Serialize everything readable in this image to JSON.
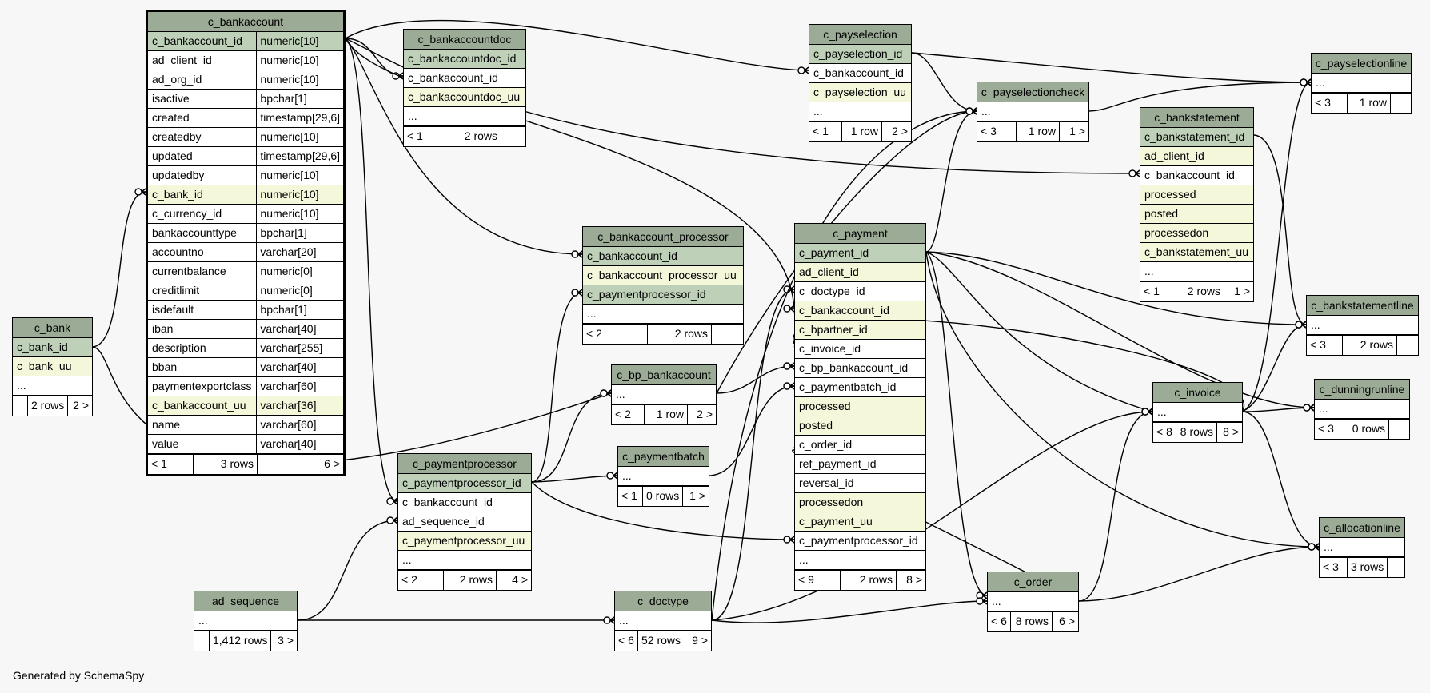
{
  "credit": "Generated by SchemaSpy",
  "tables": [
    {
      "id": "c_bankaccount",
      "name": "c_bankaccount",
      "focus": true,
      "columns": [
        {
          "name": "c_bankaccount_id",
          "type": "numeric[10]",
          "style": "pk"
        },
        {
          "name": "ad_client_id",
          "type": "numeric[10]"
        },
        {
          "name": "ad_org_id",
          "type": "numeric[10]"
        },
        {
          "name": "isactive",
          "type": "bpchar[1]"
        },
        {
          "name": "created",
          "type": "timestamp[29,6]"
        },
        {
          "name": "createdby",
          "type": "numeric[10]"
        },
        {
          "name": "updated",
          "type": "timestamp[29,6]"
        },
        {
          "name": "updatedby",
          "type": "numeric[10]"
        },
        {
          "name": "c_bank_id",
          "type": "numeric[10]",
          "style": "idx"
        },
        {
          "name": "c_currency_id",
          "type": "numeric[10]"
        },
        {
          "name": "bankaccounttype",
          "type": "bpchar[1]"
        },
        {
          "name": "accountno",
          "type": "varchar[20]"
        },
        {
          "name": "currentbalance",
          "type": "numeric[0]"
        },
        {
          "name": "creditlimit",
          "type": "numeric[0]"
        },
        {
          "name": "isdefault",
          "type": "bpchar[1]"
        },
        {
          "name": "iban",
          "type": "varchar[40]"
        },
        {
          "name": "description",
          "type": "varchar[255]"
        },
        {
          "name": "bban",
          "type": "varchar[40]"
        },
        {
          "name": "paymentexportclass",
          "type": "varchar[60]"
        },
        {
          "name": "c_bankaccount_uu",
          "type": "varchar[36]",
          "style": "idx"
        },
        {
          "name": "name",
          "type": "varchar[60]"
        },
        {
          "name": "value",
          "type": "varchar[40]"
        }
      ],
      "footer": [
        "< 1",
        "3 rows",
        "6 >"
      ]
    },
    {
      "id": "c_bank",
      "name": "c_bank",
      "columns": [
        {
          "name": "c_bank_id",
          "style": "pk"
        },
        {
          "name": "c_bank_uu",
          "style": "idx"
        },
        {
          "name": "..."
        }
      ],
      "footer": [
        "",
        "2 rows",
        "2 >"
      ]
    },
    {
      "id": "c_bankaccountdoc",
      "name": "c_bankaccountdoc",
      "columns": [
        {
          "name": "c_bankaccountdoc_id",
          "style": "pk"
        },
        {
          "name": "c_bankaccount_id"
        },
        {
          "name": "c_bankaccountdoc_uu",
          "style": "idx"
        },
        {
          "name": "..."
        }
      ],
      "footer": [
        "< 1",
        "2 rows",
        ""
      ]
    },
    {
      "id": "c_payselection",
      "name": "c_payselection",
      "columns": [
        {
          "name": "c_payselection_id",
          "style": "pk"
        },
        {
          "name": "c_bankaccount_id"
        },
        {
          "name": "c_payselection_uu",
          "style": "idx"
        },
        {
          "name": "..."
        }
      ],
      "footer": [
        "< 1",
        "1 row",
        "2 >"
      ]
    },
    {
      "id": "c_payselectioncheck",
      "name": "c_payselectioncheck",
      "columns": [
        {
          "name": "..."
        }
      ],
      "footer": [
        "< 3",
        "1 row",
        "1 >"
      ]
    },
    {
      "id": "c_payselectionline",
      "name": "c_payselectionline",
      "columns": [
        {
          "name": "..."
        }
      ],
      "footer": [
        "< 3",
        "1 row",
        ""
      ]
    },
    {
      "id": "c_bankstatement",
      "name": "c_bankstatement",
      "columns": [
        {
          "name": "c_bankstatement_id",
          "style": "pk"
        },
        {
          "name": "ad_client_id",
          "style": "idx"
        },
        {
          "name": "c_bankaccount_id"
        },
        {
          "name": "processed",
          "style": "idx"
        },
        {
          "name": "posted",
          "style": "idx"
        },
        {
          "name": "processedon",
          "style": "idx"
        },
        {
          "name": "c_bankstatement_uu",
          "style": "idx"
        },
        {
          "name": "..."
        }
      ],
      "footer": [
        "< 1",
        "2 rows",
        "1 >"
      ]
    },
    {
      "id": "c_bankaccount_processor",
      "name": "c_bankaccount_processor",
      "columns": [
        {
          "name": "c_bankaccount_id",
          "style": "pk"
        },
        {
          "name": "c_bankaccount_processor_uu",
          "style": "idx"
        },
        {
          "name": "c_paymentprocessor_id",
          "style": "pk"
        },
        {
          "name": "..."
        }
      ],
      "footer": [
        "< 2",
        "2 rows",
        ""
      ]
    },
    {
      "id": "c_payment",
      "name": "c_payment",
      "columns": [
        {
          "name": "c_payment_id",
          "style": "pk"
        },
        {
          "name": "ad_client_id",
          "style": "idx"
        },
        {
          "name": "c_doctype_id"
        },
        {
          "name": "c_bankaccount_id",
          "style": "idx"
        },
        {
          "name": "c_bpartner_id",
          "style": "idx"
        },
        {
          "name": "c_invoice_id"
        },
        {
          "name": "c_bp_bankaccount_id"
        },
        {
          "name": "c_paymentbatch_id"
        },
        {
          "name": "processed",
          "style": "idx"
        },
        {
          "name": "posted",
          "style": "idx"
        },
        {
          "name": "c_order_id"
        },
        {
          "name": "ref_payment_id"
        },
        {
          "name": "reversal_id"
        },
        {
          "name": "processedon",
          "style": "idx"
        },
        {
          "name": "c_payment_uu",
          "style": "idx"
        },
        {
          "name": "c_paymentprocessor_id"
        },
        {
          "name": "..."
        }
      ],
      "footer": [
        "< 9",
        "2 rows",
        "8 >"
      ]
    },
    {
      "id": "c_bankstatementline",
      "name": "c_bankstatementline",
      "columns": [
        {
          "name": "..."
        }
      ],
      "footer": [
        "< 3",
        "2 rows",
        ""
      ]
    },
    {
      "id": "c_bp_bankaccount",
      "name": "c_bp_bankaccount",
      "columns": [
        {
          "name": "..."
        }
      ],
      "footer": [
        "< 2",
        "1 row",
        "2 >"
      ]
    },
    {
      "id": "c_invoice",
      "name": "c_invoice",
      "columns": [
        {
          "name": "..."
        }
      ],
      "footer": [
        "< 8",
        "8 rows",
        "8 >"
      ]
    },
    {
      "id": "c_dunningrunline",
      "name": "c_dunningrunline",
      "columns": [
        {
          "name": "..."
        }
      ],
      "footer": [
        "< 3",
        "0 rows",
        ""
      ]
    },
    {
      "id": "c_paymentprocessor",
      "name": "c_paymentprocessor",
      "columns": [
        {
          "name": "c_paymentprocessor_id",
          "style": "pk"
        },
        {
          "name": "c_bankaccount_id"
        },
        {
          "name": "ad_sequence_id"
        },
        {
          "name": "c_paymentprocessor_uu",
          "style": "idx"
        },
        {
          "name": "..."
        }
      ],
      "footer": [
        "< 2",
        "2 rows",
        "4 >"
      ]
    },
    {
      "id": "c_paymentbatch",
      "name": "c_paymentbatch",
      "columns": [
        {
          "name": "..."
        }
      ],
      "footer": [
        "< 1",
        "0 rows",
        "1 >"
      ]
    },
    {
      "id": "c_allocationline",
      "name": "c_allocationline",
      "columns": [
        {
          "name": "..."
        }
      ],
      "footer": [
        "< 3",
        "3 rows",
        ""
      ]
    },
    {
      "id": "c_order",
      "name": "c_order",
      "columns": [
        {
          "name": "..."
        }
      ],
      "footer": [
        "< 6",
        "8 rows",
        "6 >"
      ]
    },
    {
      "id": "ad_sequence",
      "name": "ad_sequence",
      "columns": [
        {
          "name": "..."
        }
      ],
      "footer": [
        "",
        "1,412 rows",
        "3 >"
      ]
    },
    {
      "id": "c_doctype",
      "name": "c_doctype",
      "columns": [
        {
          "name": "..."
        }
      ],
      "footer": [
        "< 6",
        "52 rows",
        "9 >"
      ]
    }
  ]
}
